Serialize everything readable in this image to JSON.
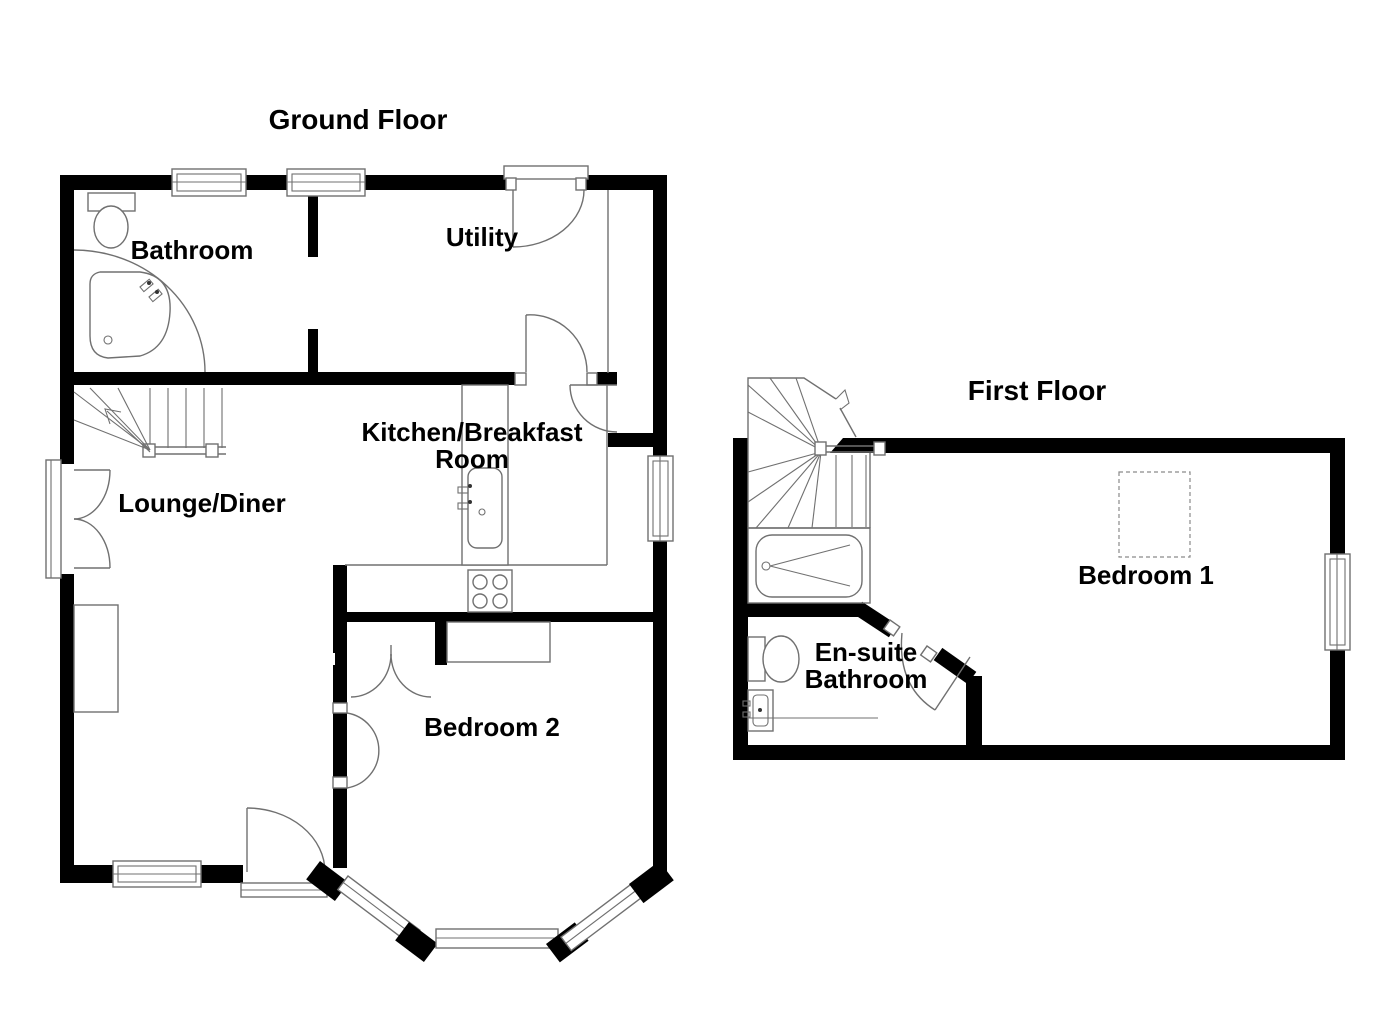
{
  "document_type": "floor-plan",
  "colors": {
    "wall": "#000000",
    "fixture_line": "#707070",
    "label_text": "#000000",
    "background": "#ffffff"
  },
  "labels": {
    "ground_title": "Ground Floor",
    "first_title": "First Floor",
    "bathroom": "Bathroom",
    "utility": "Utility",
    "kitchen_line1": "Kitchen/Breakfast",
    "kitchen_line2": "Room",
    "lounge": "Lounge/Diner",
    "bedroom2": "Bedroom 2",
    "bedroom1": "Bedroom 1",
    "ensuite_line1": "En-suite",
    "ensuite_line2": "Bathroom"
  },
  "floors": [
    {
      "name": "Ground Floor",
      "rooms": [
        "Bathroom",
        "Utility",
        "Kitchen/Breakfast Room",
        "Lounge/Diner",
        "Bedroom 2"
      ],
      "fixtures": [
        "toilet",
        "corner-bath",
        "shower-screen",
        "winder-stairs",
        "french-doors",
        "front-door",
        "kitchen-sink",
        "worktop",
        "hob",
        "bay-window",
        "built-in-wardrobe",
        "windows"
      ]
    },
    {
      "name": "First Floor",
      "rooms": [
        "Bedroom 1",
        "En-suite Bathroom"
      ],
      "fixtures": [
        "winder-stairs",
        "bath",
        "toilet",
        "wash-basin",
        "bed-outline",
        "window"
      ]
    }
  ]
}
